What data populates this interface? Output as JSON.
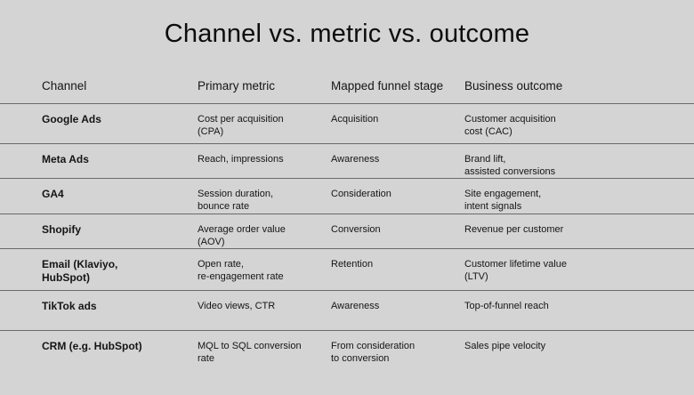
{
  "title": "Channel vs. metric vs. outcome",
  "headers": [
    "Channel",
    "Primary metric",
    "Mapped funnel stage",
    "Business outcome"
  ],
  "rows": [
    [
      "Google Ads",
      "Cost per acquisition\n(CPA)",
      "Acquisition",
      "Customer acquisition\ncost (CAC)"
    ],
    [
      "Meta Ads",
      "Reach, impressions",
      "Awareness",
      "Brand lift,\nassisted conversions"
    ],
    [
      "GA4",
      "Session duration,\nbounce rate",
      "Consideration",
      "Site engagement,\nintent signals"
    ],
    [
      "Shopify",
      "Average order value\n(AOV)",
      "Conversion",
      "Revenue per customer"
    ],
    [
      "Email (Klaviyo,\nHubSpot)",
      "Open rate,\nre-engagement rate",
      "Retention",
      "Customer lifetime value\n(LTV)"
    ],
    [
      "TikTok ads",
      "Video views, CTR",
      "Awareness",
      "Top-of-funnel reach"
    ],
    [
      "CRM (e.g. HubSpot)",
      "MQL to SQL conversion\nrate",
      "From consideration\nto conversion",
      "Sales pipe velocity"
    ]
  ]
}
